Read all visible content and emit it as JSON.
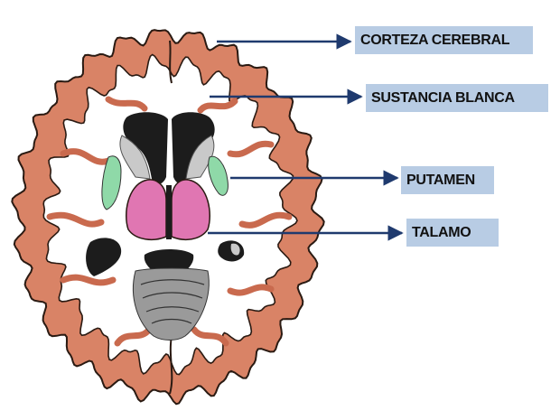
{
  "labels": [
    {
      "id": "corteza",
      "text": "CORTEZA CEREBRAL"
    },
    {
      "id": "sustancia",
      "text": "SUSTANCIA BLANCA"
    },
    {
      "id": "putamen",
      "text": "PUTAMEN"
    },
    {
      "id": "talamo",
      "text": "TALAMO"
    }
  ],
  "colors": {
    "cortex": "#d98366",
    "cortex_outline": "#2a1a12",
    "white_matter": "#ffffff",
    "ventricle": "#1c1c1c",
    "caudate_grey": "#c9c9c9",
    "putamen": "#8fd9a8",
    "thalamus": "#e076b2",
    "label_bg": "#b8cce4",
    "arrow": "#1f3a6e"
  }
}
